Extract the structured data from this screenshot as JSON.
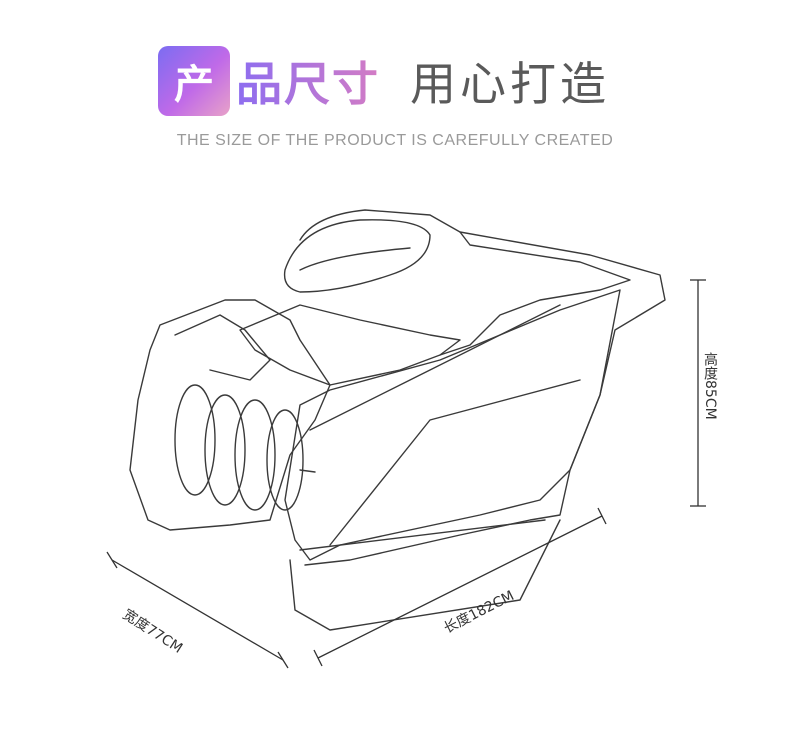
{
  "header": {
    "badge_char": "产",
    "title_accent": "品尺寸",
    "title_rest": "用心打造",
    "subtitle": "THE SIZE OF THE PRODUCT IS CAREFULLY CREATED"
  },
  "dimensions": {
    "height_label": "高度85CM",
    "width_label": "宽度77CM",
    "length_label": "长度182CM"
  },
  "colors": {
    "accent_start": "#7b6cf2",
    "accent_end": "#e8a2c8",
    "title_gray": "#5a5a5a",
    "subtitle_gray": "#9a9a9a",
    "line": "#333333"
  },
  "icons": {
    "product": "shampoo-bed-line-drawing"
  }
}
